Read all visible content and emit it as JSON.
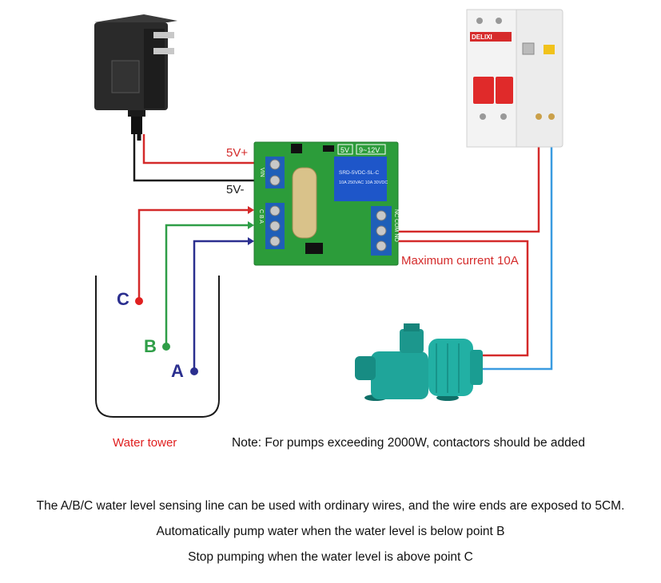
{
  "labels": {
    "v5_plus": "5V+",
    "v5_minus": "5V-",
    "max_current": "Maximum current 10A",
    "probe_c": "C",
    "probe_b": "B",
    "probe_a": "A",
    "water_tower": "Water tower",
    "pump_note": "Note: For pumps exceeding 2000W, contactors should be added"
  },
  "board": {
    "badge_5v": "5V",
    "badge_range": "9~12V",
    "input_pins": "VIN",
    "sense_pins": "C B A",
    "relay_pins": "NC COM NO",
    "relay_text": "SRD-5VDC-SL-C",
    "relay_rating": "10A 250VAC 10A 30VDC"
  },
  "breaker": {
    "brand": "DELIXI"
  },
  "instructions": [
    "The A/B/C water level sensing line can be used with ordinary wires, and the wire ends are exposed to 5CM.",
    "Automatically pump water when the water level is below point B",
    "Stop pumping when the water level is above point C"
  ],
  "colors": {
    "red_wire": "#d42a2a",
    "black_wire": "#1a1a1a",
    "green_wire": "#2e9e47",
    "navy_wire": "#2b2f8f",
    "blue_wire": "#3a9be0",
    "board": "#2c9c3a",
    "pump": "#1fa59a",
    "label_red": "#e02020",
    "label_navy": "#2b2f8f",
    "label_green": "#2e9e47"
  }
}
